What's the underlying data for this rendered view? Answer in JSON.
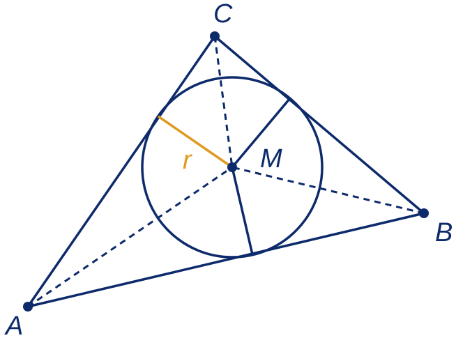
{
  "colors": {
    "primary": "#0d2a6b",
    "accent": "#e09a1f",
    "background": "#ffffff"
  },
  "labels": {
    "vertex_a": "A",
    "vertex_b": "B",
    "vertex_c": "C",
    "incenter": "M",
    "radius": "r"
  }
}
